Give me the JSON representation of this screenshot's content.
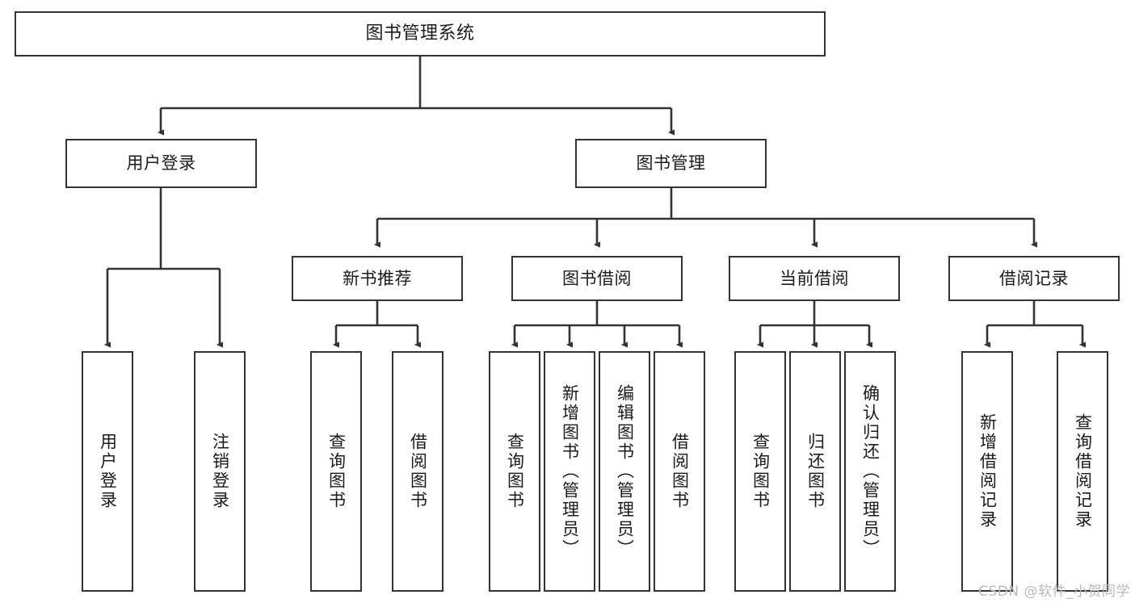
{
  "diagram": {
    "title": "图书管理系统",
    "type": "tree",
    "orientation": "top-down",
    "colors": {
      "background": "#ffffff",
      "node_fill": "#ffffff",
      "node_border": "#333333",
      "connector": "#333333",
      "text": "#1b1b1b",
      "watermark": "#b9b9b9"
    },
    "root": {
      "label": "图书管理系统"
    },
    "level1": [
      {
        "label": "用户登录"
      },
      {
        "label": "图书管理"
      }
    ],
    "level2": [
      {
        "label": "新书推荐"
      },
      {
        "label": "图书借阅"
      },
      {
        "label": "当前借阅"
      },
      {
        "label": "借阅记录"
      }
    ],
    "leaves": {
      "user_login": [
        {
          "label": "用户登录"
        },
        {
          "label": "注销登录"
        }
      ],
      "new_book_recommend": [
        {
          "label": "查询图书"
        },
        {
          "label": "借阅图书"
        }
      ],
      "book_borrow": [
        {
          "label": "查询图书"
        },
        {
          "label": "新增图书（管理员）"
        },
        {
          "label": "编辑图书（管理员）"
        },
        {
          "label": "借阅图书"
        }
      ],
      "current_borrow": [
        {
          "label": "查询图书"
        },
        {
          "label": "归还图书"
        },
        {
          "label": "确认归还（管理员）"
        }
      ],
      "borrow_record": [
        {
          "label": "新增借阅记录"
        },
        {
          "label": "查询借阅记录"
        }
      ]
    }
  },
  "watermark": {
    "text": "CSDN @软件_小贺同学"
  }
}
